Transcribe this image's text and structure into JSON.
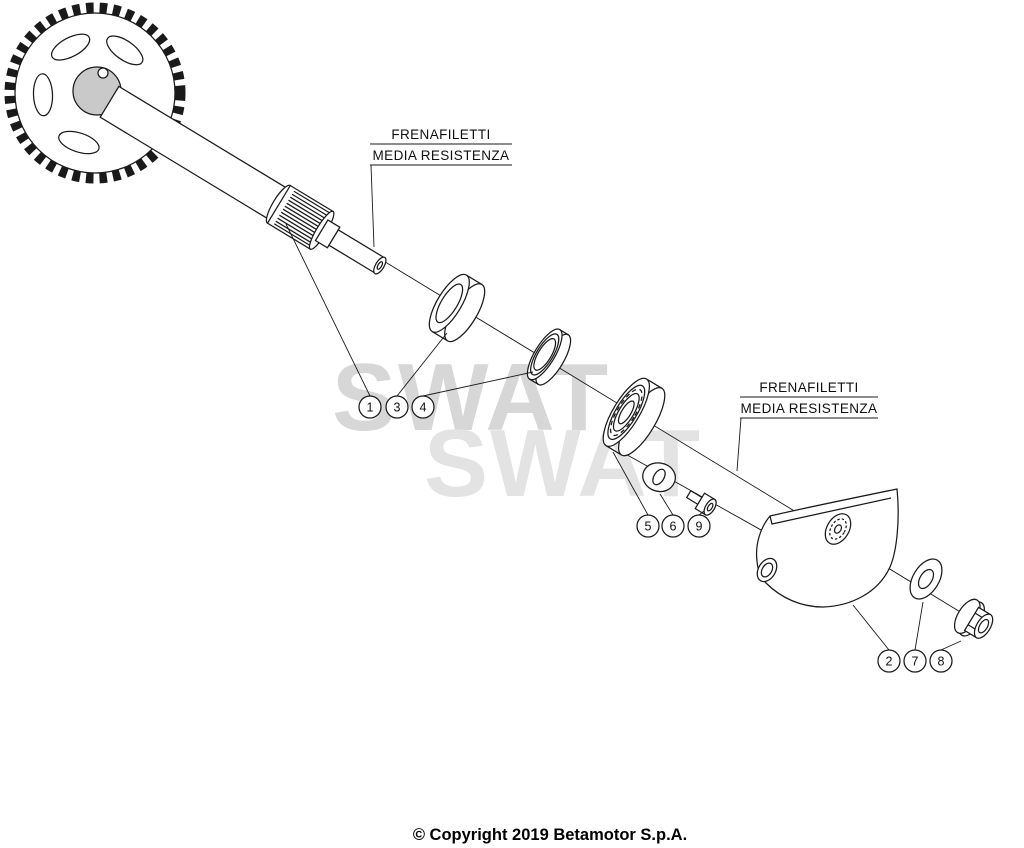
{
  "watermark": {
    "text": "SWAT"
  },
  "callouts": {
    "top": {
      "line1": "FRENAFILETTI",
      "line2": "MEDIA RESISTENZA"
    },
    "bottom": {
      "line1": "FRENAFILETTI",
      "line2": "MEDIA RESISTENZA"
    }
  },
  "balloons": {
    "shaft_group": [
      "1",
      "3",
      "4"
    ],
    "bearing_group": [
      "5",
      "6",
      "9"
    ],
    "weight_group": [
      "2",
      "7",
      "8"
    ]
  },
  "footer": {
    "copyright": "© Copyright 2019 Betamotor S.p.A."
  }
}
